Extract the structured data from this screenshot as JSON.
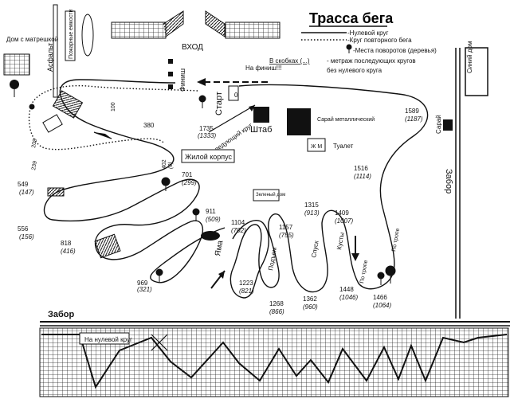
{
  "title": "Трасса бега",
  "legend": {
    "items": [
      {
        "label": "-Нулевой круг",
        "style": "solid"
      },
      {
        "label": "-Круг повторного бега",
        "style": "dotted"
      },
      {
        "label": "-Места поворотов (деревья)",
        "style": "tree"
      }
    ],
    "note_prefix": "В скобках (...)",
    "note_text": "- метраж последующих кругов",
    "note_text2": "без нулевого круга"
  },
  "labels": {
    "entrance": "ВХОД",
    "finish": "Финиш",
    "to_finish": "На финиш!!!",
    "start": "Старт",
    "hq": "Штаб",
    "next_lap": "На следующий круг",
    "shed_metal": "Сарай металлический",
    "toilet": "Туалет",
    "toilet_sign": "Ж М",
    "blue_house": "Синий дом",
    "shed": "Сарай",
    "fence_right": "Забор",
    "fence_bottom": "Забор",
    "asphalt": "Асфальт",
    "fire_tank": "Пожарные емкости",
    "house_sign": "Дом с матрешкой",
    "living_block": "Жилой корпус",
    "green_house": "Зеленый дом",
    "pit": "Яма",
    "rise": "Подъем",
    "descent": "Спуск",
    "bushes": "Кусты",
    "to_trees": "По тропе",
    "to_trees2": "По тропе",
    "zero_lap": "На нулевой круг"
  },
  "distances": [
    {
      "m": "1589",
      "r": "(1187)"
    },
    {
      "m": "1516",
      "r": "(1114)"
    },
    {
      "m": "1409",
      "r": "(1007)"
    },
    {
      "m": "1315",
      "r": "(913)"
    },
    {
      "m": "1157",
      "r": "(755)"
    },
    {
      "m": "1104",
      "r": "(702)"
    },
    {
      "m": "911",
      "r": "(509)"
    },
    {
      "m": "701",
      "r": "(299)"
    },
    {
      "m": "402",
      "r": "(0)"
    },
    {
      "m": "1735",
      "r": "(1333)"
    },
    {
      "m": "549",
      "r": "(147)"
    },
    {
      "m": "556",
      "r": "(156)"
    },
    {
      "m": "818",
      "r": "(416)"
    },
    {
      "m": "969",
      "r": "(321)"
    },
    {
      "m": "1223",
      "r": "(821)"
    },
    {
      "m": "1268",
      "r": "(866)"
    },
    {
      "m": "1362",
      "r": "(960)"
    },
    {
      "m": "1448",
      "r": "(1046)"
    },
    {
      "m": "1466",
      "r": "(1064)"
    },
    {
      "m": "380",
      "r": ""
    },
    {
      "m": "209",
      "r": ""
    },
    {
      "m": "239",
      "r": ""
    },
    {
      "m": "100",
      "r": ""
    },
    {
      "m": "0",
      "r": ""
    }
  ]
}
